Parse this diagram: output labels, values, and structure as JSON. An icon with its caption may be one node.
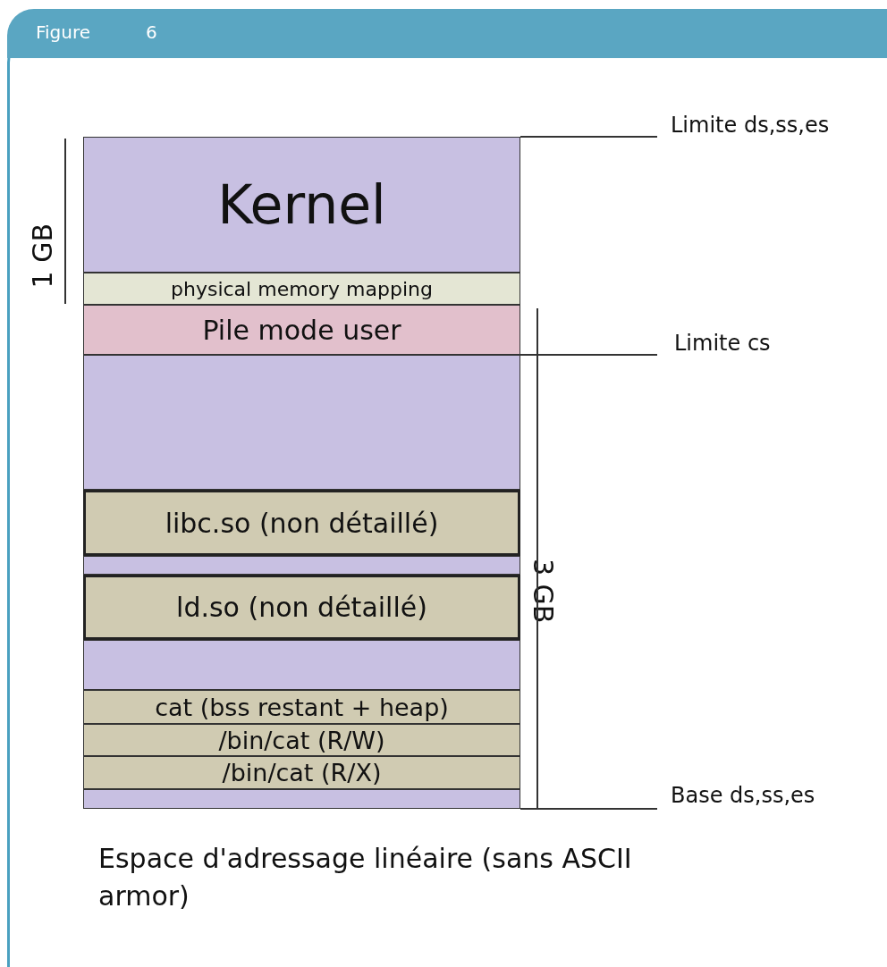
{
  "diagram": {
    "caption": "Espace d'adressage linéaire (sans ASCII armor)",
    "nodes": [
      {
        "text": [
          "Kernel"
        ]
      },
      {
        "text": [
          "physical memory mapping"
        ]
      },
      {
        "text": [
          "Pile mode user"
        ]
      },
      {
        "text": [],
        "shape": "box"
      },
      {
        "text": [
          "libc.so (non détaillé)"
        ]
      },
      {
        "text": [],
        "shape": "box"
      },
      {
        "text": [
          "ld.so (non détaillé)"
        ]
      },
      {
        "text": [],
        "shape": "box"
      },
      {
        "text": [
          "cat (bss restant + heap)"
        ]
      },
      {
        "text": [
          "/bin/cat (R/W)"
        ]
      },
      {
        "text": [
          "/bin/cat (R/X)"
        ]
      },
      {
        "text": [],
        "shape": "box"
      }
    ],
    "edges": [],
    "labels": [
      "Figure",
      "6",
      "Limite ds,ss,es",
      "1 GB",
      "Limite cs",
      "3 GB",
      "Base ds,ss,es"
    ]
  }
}
